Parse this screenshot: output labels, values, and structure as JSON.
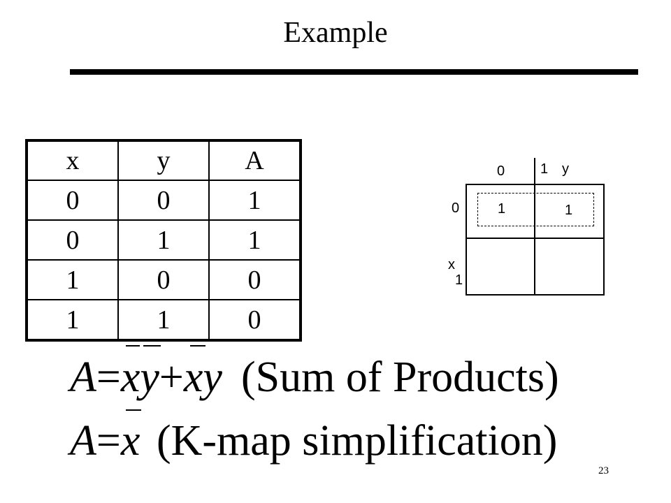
{
  "slide": {
    "title": "Example",
    "page_number": "23"
  },
  "truth_table": {
    "headers": [
      "x",
      "y",
      "A"
    ],
    "rows": [
      [
        "0",
        "0",
        "1"
      ],
      [
        "0",
        "1",
        "1"
      ],
      [
        "1",
        "0",
        "0"
      ],
      [
        "1",
        "1",
        "0"
      ]
    ]
  },
  "kmap": {
    "col_var": "y",
    "row_var": "x",
    "col_labels": [
      "0",
      "1"
    ],
    "row_labels": [
      "0",
      "1"
    ],
    "cells": [
      [
        "1",
        "1"
      ],
      [
        "",
        ""
      ]
    ]
  },
  "equations": {
    "sop": {
      "lhs": "A",
      "eq": "=",
      "t1a": "x",
      "t1b": "y",
      "plus": "+",
      "t2a": "x",
      "t2b": "y",
      "note": "(Sum of Products)"
    },
    "simplified": {
      "lhs": "A",
      "eq": "=",
      "t1": "x",
      "note": "(K-map simplification)"
    }
  }
}
